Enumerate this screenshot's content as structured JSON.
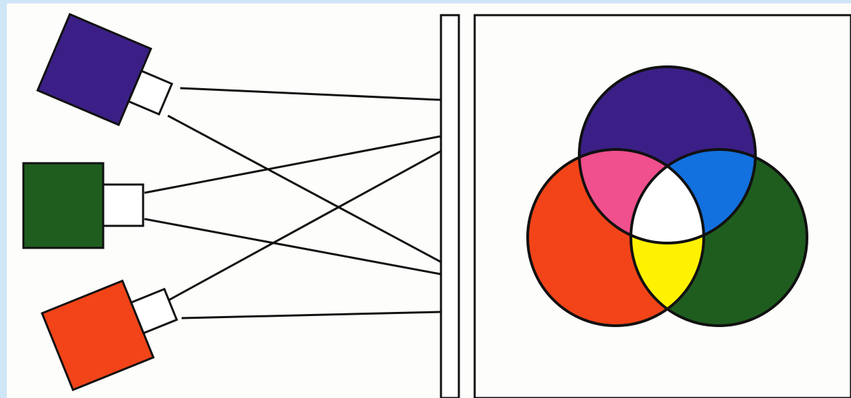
{
  "colors": {
    "background_edge": "#cfe6f7",
    "paper": "#fdfdfb",
    "outline": "#111111",
    "blue_projector": "#3b1f86",
    "green_projector": "#1f5d1f",
    "red_projector": "#f24418",
    "blue": "#3b1f86",
    "green": "#1f5d1f",
    "red": "#f24418",
    "magenta_overlap": "#f0508d",
    "cyan_overlap": "#1270df",
    "yellow_overlap": "#fff200",
    "white_center": "#ffffff"
  },
  "diagram": {
    "projectors": [
      {
        "name": "blue-projector",
        "color_key": "blue_projector"
      },
      {
        "name": "green-projector",
        "color_key": "green_projector"
      },
      {
        "name": "red-projector",
        "color_key": "red_projector"
      }
    ],
    "overlaps": [
      {
        "name": "magenta-overlap",
        "color_key": "magenta_overlap"
      },
      {
        "name": "cyan-overlap",
        "color_key": "cyan_overlap"
      },
      {
        "name": "yellow-overlap",
        "color_key": "yellow_overlap"
      },
      {
        "name": "white-center",
        "color_key": "white_center"
      }
    ]
  }
}
